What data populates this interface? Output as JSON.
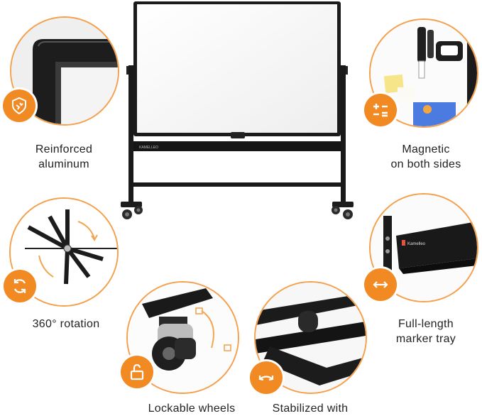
{
  "features": {
    "reinforced": {
      "line1": "Reinforced",
      "line2": "aluminum"
    },
    "magnetic": {
      "line1": "Magnetic",
      "line2": "on both sides"
    },
    "rotation": {
      "line1": "360° rotation"
    },
    "tray": {
      "line1": "Full-length",
      "line2": "marker tray"
    },
    "wheels": {
      "line1": "Lockable wheels"
    },
    "stabilized": {
      "line1": "Stabilized with"
    }
  },
  "brand": {
    "logo_text": "Kamelleo"
  },
  "icons": {
    "reinforced": "shield-crack-icon",
    "magnetic": "plus-minus-icon",
    "rotation": "rotate-arrows-icon",
    "tray": "double-arrow-icon",
    "wheels": "unlocked-padlock-icon",
    "stabilized": "curved-double-arrow-icon"
  },
  "colors": {
    "accent": "#f28a24",
    "frame": "#1a1a1a",
    "board": "#ffffff"
  }
}
